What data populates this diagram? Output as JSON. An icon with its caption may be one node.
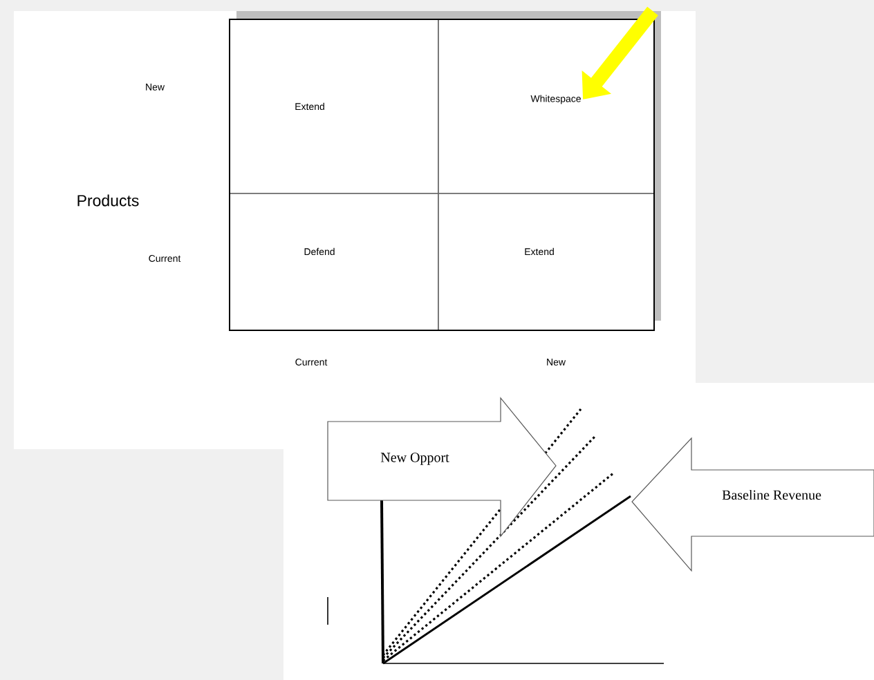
{
  "diagram": {
    "nodes": [
      {
        "text": [
          "Extend"
        ]
      },
      {
        "text": [
          "Whitespace"
        ]
      },
      {
        "text": [
          "Defend"
        ]
      },
      {
        "text": [
          "Extend"
        ]
      },
      {
        "text": [
          "New Opport"
        ]
      },
      {
        "text": [
          "Baseline Revenue"
        ]
      }
    ],
    "edges": [
      {
        "from": null,
        "to": 1,
        "arrow": "to",
        "color": "#ffff00"
      }
    ],
    "labels": [
      "New",
      "Products",
      "Current",
      "Current",
      "New"
    ]
  }
}
